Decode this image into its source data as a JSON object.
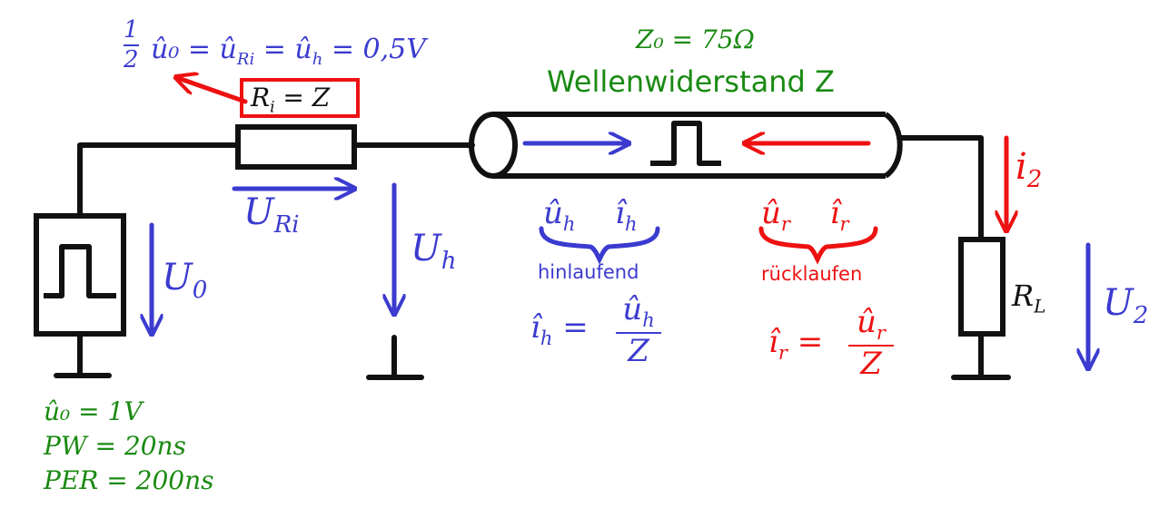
{
  "source": {
    "formula_amplitude": "û₀ = 1V",
    "formula_pw": "PW = 20ns",
    "formula_per": "PER = 200ns",
    "u0_label": "U",
    "u0_sub": "0"
  },
  "top_formula": {
    "frac_num": "1",
    "frac_den": "2",
    "rest": "û₀ = û",
    "rest_sub1": "Ri",
    "rest_mid": " = û",
    "rest_sub2": "h",
    "rest_tail": " = 0,5V"
  },
  "resistor_ri": {
    "label": "R",
    "label_sub": "i",
    "label_tail": " = Z",
    "uri_label": "U",
    "uri_sub": "Ri"
  },
  "uh_label": "U",
  "uh_sub": "h",
  "line": {
    "z0_formula": "Z₀ = 75Ω",
    "title": "Wellenwiderstand Z"
  },
  "forward": {
    "u_label": "û",
    "u_sub": "h",
    "i_label": "î",
    "i_sub": "h",
    "caption": "hinlaufend",
    "eq_lhs": "î",
    "eq_lhs_sub": "h",
    "eq_num": "û",
    "eq_num_sub": "h",
    "eq_den": "Z"
  },
  "reflected": {
    "u_label": "û",
    "u_sub": "r",
    "i_label": "î",
    "i_sub": "r",
    "caption": "rücklaufen",
    "eq_lhs": "î",
    "eq_lhs_sub": "r",
    "eq_num": "û",
    "eq_num_sub": "r",
    "eq_den": "Z"
  },
  "load": {
    "rl_label": "R",
    "rl_sub": "L",
    "i2_label": "i",
    "i2_sub": "2",
    "u2_label": "U",
    "u2_sub": "2"
  },
  "colors": {
    "blue": "#3b3bd0",
    "red": "#ee1111",
    "green": "#1a8a12",
    "black": "#111111"
  }
}
